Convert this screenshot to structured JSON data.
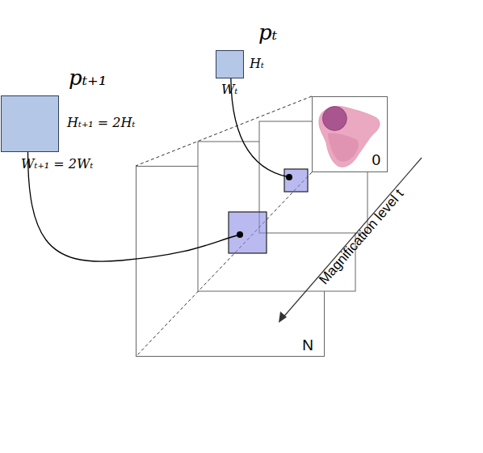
{
  "diagram": {
    "nodes": [
      {
        "text": [
          "pₜ",
          "Hₜ",
          "Wₜ"
        ]
      },
      {
        "text": [
          "pₜ₊₁",
          "Hₜ₊₁ = 2Hₜ",
          "Wₜ₊₁ = 2Wₜ"
        ]
      },
      {
        "text": [
          "0"
        ]
      },
      {
        "text": [
          "N"
        ]
      }
    ],
    "labels": [
      "Magnification level t"
    ]
  }
}
